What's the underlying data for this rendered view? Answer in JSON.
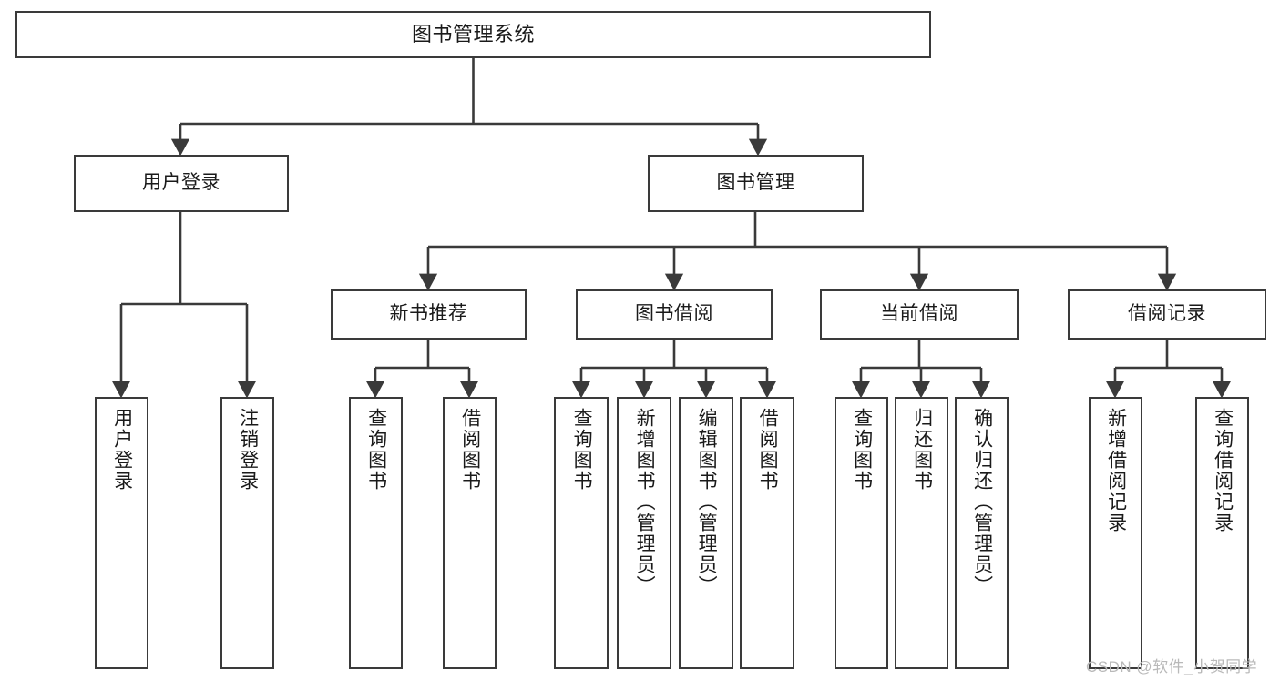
{
  "diagram": {
    "title": "图书管理系统",
    "type": "tree-hierarchy",
    "background_color": "#ffffff",
    "box_border_color": "#3a3a3a",
    "text_color": "#1a1a1a",
    "watermark": "CSDN @软件_小贺同学",
    "watermark_color": "#b9b9b9"
  },
  "nodes": {
    "root": {
      "label": "图书管理系统",
      "level": 1
    },
    "level2": [
      {
        "id": "user-login",
        "label": "用户登录"
      },
      {
        "id": "book-manage",
        "label": "图书管理"
      }
    ],
    "level3": [
      {
        "id": "new-book-recommend",
        "label": "新书推荐"
      },
      {
        "id": "book-borrow",
        "label": "图书借阅"
      },
      {
        "id": "current-borrow",
        "label": "当前借阅"
      },
      {
        "id": "borrow-record",
        "label": "借阅记录"
      }
    ],
    "leaves": {
      "user_login": [
        {
          "id": "leaf-user-login",
          "label": "用户登录"
        },
        {
          "id": "leaf-logout-login",
          "label": "注销登录"
        }
      ],
      "new_book_recommend": [
        {
          "id": "leaf-query-book-1",
          "label": "查询图书"
        },
        {
          "id": "leaf-borrow-book-1",
          "label": "借阅图书"
        }
      ],
      "book_borrow": [
        {
          "id": "leaf-query-book-2",
          "label": "查询图书"
        },
        {
          "id": "leaf-add-book",
          "label": "新增图书（管理员）"
        },
        {
          "id": "leaf-edit-book",
          "label": "编辑图书（管理员）"
        },
        {
          "id": "leaf-borrow-book-2",
          "label": "借阅图书"
        }
      ],
      "current_borrow": [
        {
          "id": "leaf-query-book-3",
          "label": "查询图书"
        },
        {
          "id": "leaf-return-book",
          "label": "归还图书"
        },
        {
          "id": "leaf-confirm-return",
          "label": "确认归还（管理员）"
        }
      ],
      "borrow_record": [
        {
          "id": "leaf-add-record",
          "label": "新增借阅记录"
        },
        {
          "id": "leaf-query-record",
          "label": "查询借阅记录"
        }
      ]
    }
  }
}
